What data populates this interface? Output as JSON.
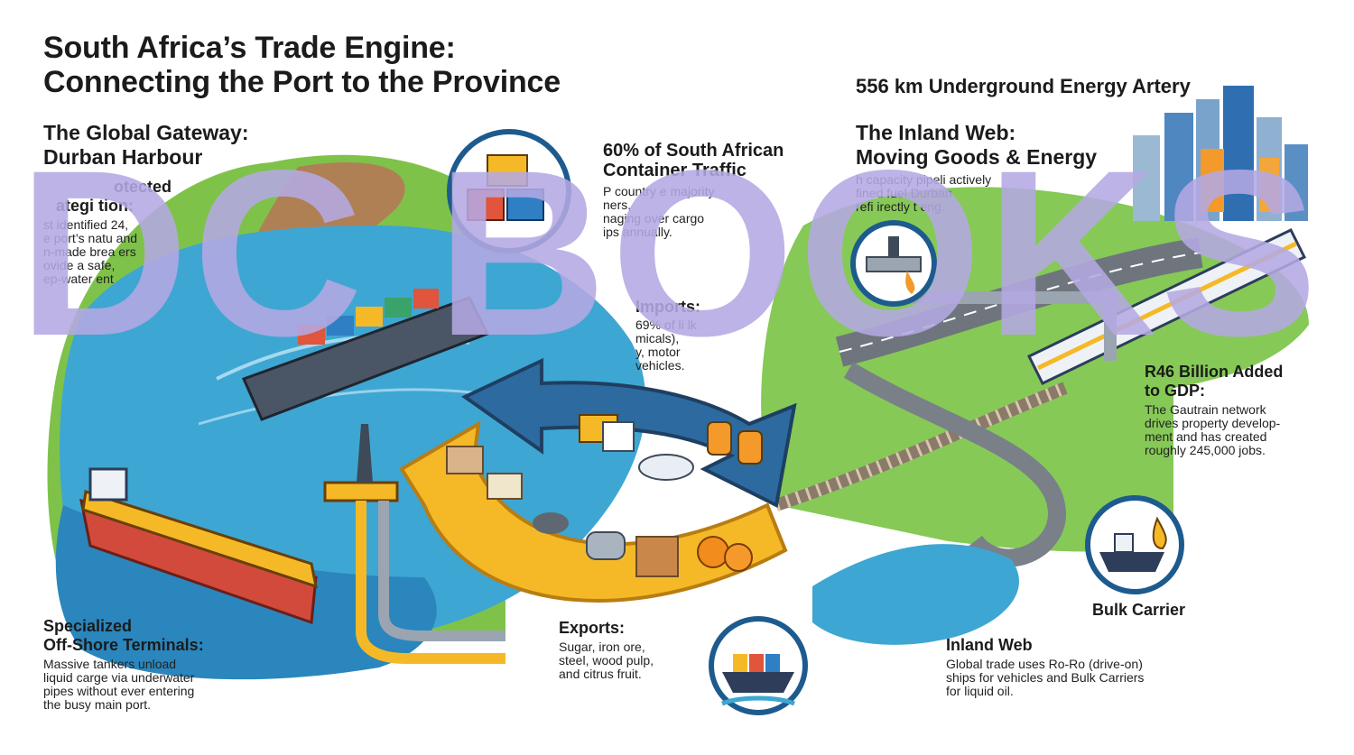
{
  "title_line1": "South Africa’s Trade Engine:",
  "title_line2": "Connecting the Port to the Province",
  "gateway": {
    "heading1": "The Global Gateway:",
    "heading2": "Durban Harbour",
    "sub_line1": "otected",
    "sub_line2": "ategi tion:",
    "body": [
      "st identified 24,",
      "e port’s natu and",
      "n-made brea ers",
      "ovide a safe,",
      "ep-water ent"
    ]
  },
  "container": {
    "heading1": "60% of South African",
    "heading2": "Container Traffic",
    "body": [
      "P country e majority",
      "ners,",
      "naging over cargo",
      "ips annually."
    ]
  },
  "imports": {
    "heading": "Imports:",
    "body": [
      "69% of li lk",
      "micals),",
      "y, motor",
      "vehicles."
    ]
  },
  "artery": {
    "heading": "556 km Underground Energy Artery"
  },
  "inland_web_top": {
    "heading1": "The Inland Web:",
    "heading2": "Moving Goods & Energy",
    "body": [
      "h capacity pipeli actively",
      "fined fuel Durban",
      "refi irectly t eng."
    ]
  },
  "gdp": {
    "heading1": "R46 Billion Added",
    "heading2": "to GDP:",
    "body": [
      "The Gautrain network",
      "drives property develop-",
      "ment and has created",
      "roughly 245,000 jobs."
    ]
  },
  "offshore": {
    "heading1": "Specialized",
    "heading2": "Off-Shore Terminals:",
    "body": [
      "Massive tankers unload",
      "liquid carge via underwater",
      "pipes without ever entering",
      "the busy main port."
    ]
  },
  "exports": {
    "heading": "Exports:",
    "body": [
      "Sugar, iron ore,",
      "steel, wood pulp,",
      "and citrus fruit."
    ]
  },
  "inland_web_bottom": {
    "heading": "Inland Web",
    "body": [
      "Global trade uses Ro-Ro (drive-on)",
      "ships for vehicles and Bulk Carriers",
      "for liquid oil."
    ]
  },
  "bulk_carrier": {
    "label": "Bulk Carrier"
  },
  "watermark": "DC BOOKS",
  "colors": {
    "sea": "#3ea6d2",
    "deep_sea": "#2a86bd",
    "land": "#7fc24a",
    "cliff": "#b08055",
    "arrow_import": "#2d6a9f",
    "arrow_export": "#f5b927",
    "road": "#6f757d",
    "watermark": "#b4a8e2"
  },
  "icons": [
    "container-icon",
    "pipeline-valve-icon",
    "bulk-carrier-icon",
    "cargo-ship-icon",
    "oil-drop-icon"
  ]
}
